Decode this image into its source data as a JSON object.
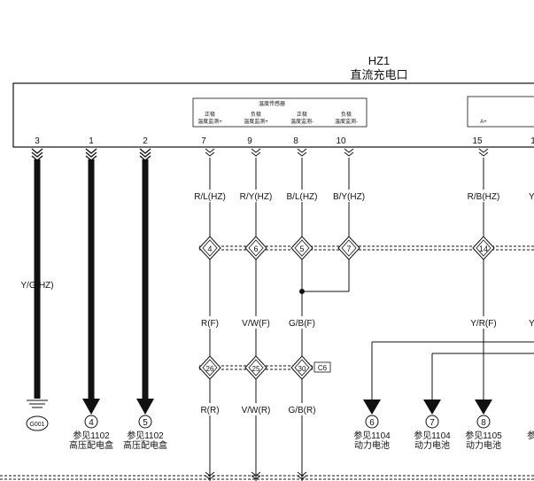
{
  "connector": {
    "id": "HZ1",
    "name": "直流充电口"
  },
  "temp_sensor": {
    "title": "温度传感器",
    "slots": [
      {
        "top": "正极",
        "bottom": "温度监测+"
      },
      {
        "top": "负极",
        "bottom": "温度监测+"
      },
      {
        "top": "正极",
        "bottom": "温度监测-"
      },
      {
        "top": "负极",
        "bottom": "温度监测-"
      }
    ]
  },
  "right_box_label": "A+",
  "pins": [
    "3",
    "1",
    "2",
    "7",
    "9",
    "8",
    "10",
    "15",
    "1"
  ],
  "wires_upper": [
    "R/L(HZ)",
    "R/Y(HZ)",
    "B/L(HZ)",
    "B/Y(HZ)",
    "R/B(HZ)",
    "Y"
  ],
  "wires_middle": [
    "R(F)",
    "V/W(F)",
    "G/B(F)",
    "Y/R(F)",
    "Y"
  ],
  "wires_lower": [
    "R(R)",
    "V/W(R)",
    "G/B(R)"
  ],
  "ground_wire": "Y/G(HZ)",
  "ground_label": "G001",
  "splice_upper": [
    "4",
    "6",
    "5",
    "7",
    "14"
  ],
  "splice_lower": [
    "26",
    "25",
    "30"
  ],
  "connector_tag": "C6",
  "references": [
    {
      "num": "4",
      "line1": "参见1102",
      "line2": "高压配电盒"
    },
    {
      "num": "5",
      "line1": "参见1102",
      "line2": "高压配电盒"
    },
    {
      "num": "6",
      "line1": "参见1104",
      "line2": "动力电池"
    },
    {
      "num": "7",
      "line1": "参见1104",
      "line2": "动力电池"
    },
    {
      "num": "8",
      "line1": "参见1105",
      "line2": "动力电池"
    },
    {
      "num": "",
      "line1": "参",
      "line2": ""
    }
  ]
}
